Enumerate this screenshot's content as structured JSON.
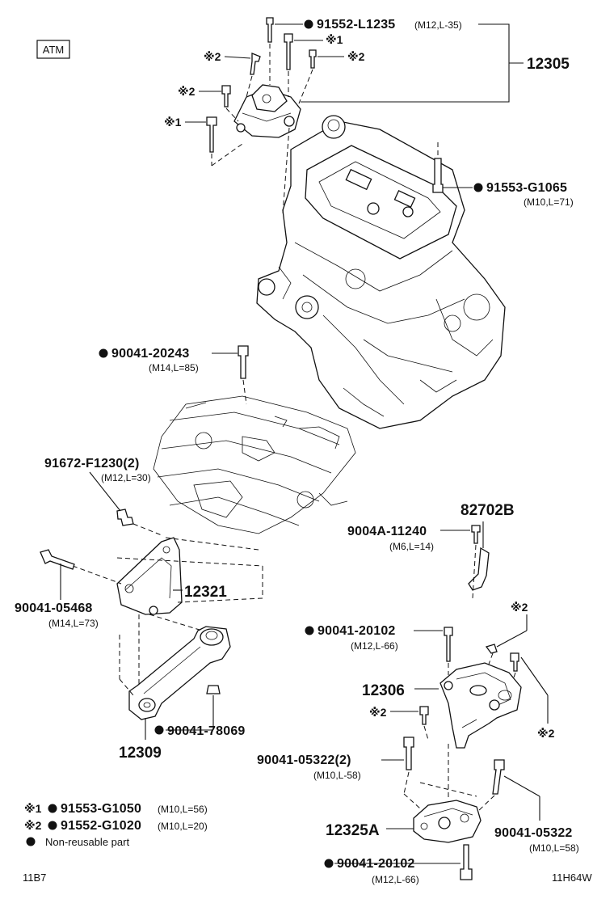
{
  "badge": "ATM",
  "labels": {
    "top_bolt": "91552-L1235",
    "top_bolt_spec": "(M12,L-35)",
    "mark1": "※1",
    "mark2": "※2",
    "assembly_12305": "12305",
    "bolt_g1065": "91553-G1065",
    "bolt_g1065_spec": "(M10,L=71)",
    "bolt_20243": "90041-20243",
    "bolt_20243_spec": "(M14,L=85)",
    "bolt_f1230": "91672-F1230(2)",
    "bolt_f1230_spec": "(M12,L=30)",
    "part_82702b": "82702B",
    "bolt_11240": "9004A-11240",
    "bolt_11240_spec": "(M6,L=14)",
    "part_12321": "12321",
    "bolt_05468": "90041-05468",
    "bolt_05468_spec": "(M14,L=73)",
    "bolt_20102a": "90041-20102",
    "bolt_20102a_spec": "(M12,L-66)",
    "part_12306": "12306",
    "nut_78069": "90041-78069",
    "part_12309": "12309",
    "bolt_05322_2": "90041-05322(2)",
    "bolt_05322_2_spec": "(M10,L-58)",
    "bolt_05322": "90041-05322",
    "bolt_05322_spec": "(M10,L=58)",
    "part_12325a": "12325A",
    "bolt_20102b": "90041-20102",
    "bolt_20102b_spec": "(M12,L-66)"
  },
  "legend": {
    "row1_mark": "※1",
    "row1_part": "91553-G1050",
    "row1_spec": "(M10,L=56)",
    "row2_mark": "※2",
    "row2_part": "91552-G1020",
    "row2_spec": "(M10,L=20)",
    "row3_text": "Non-reusable part"
  },
  "footer": {
    "left_code": "11B7",
    "right_code": "11H64W"
  }
}
